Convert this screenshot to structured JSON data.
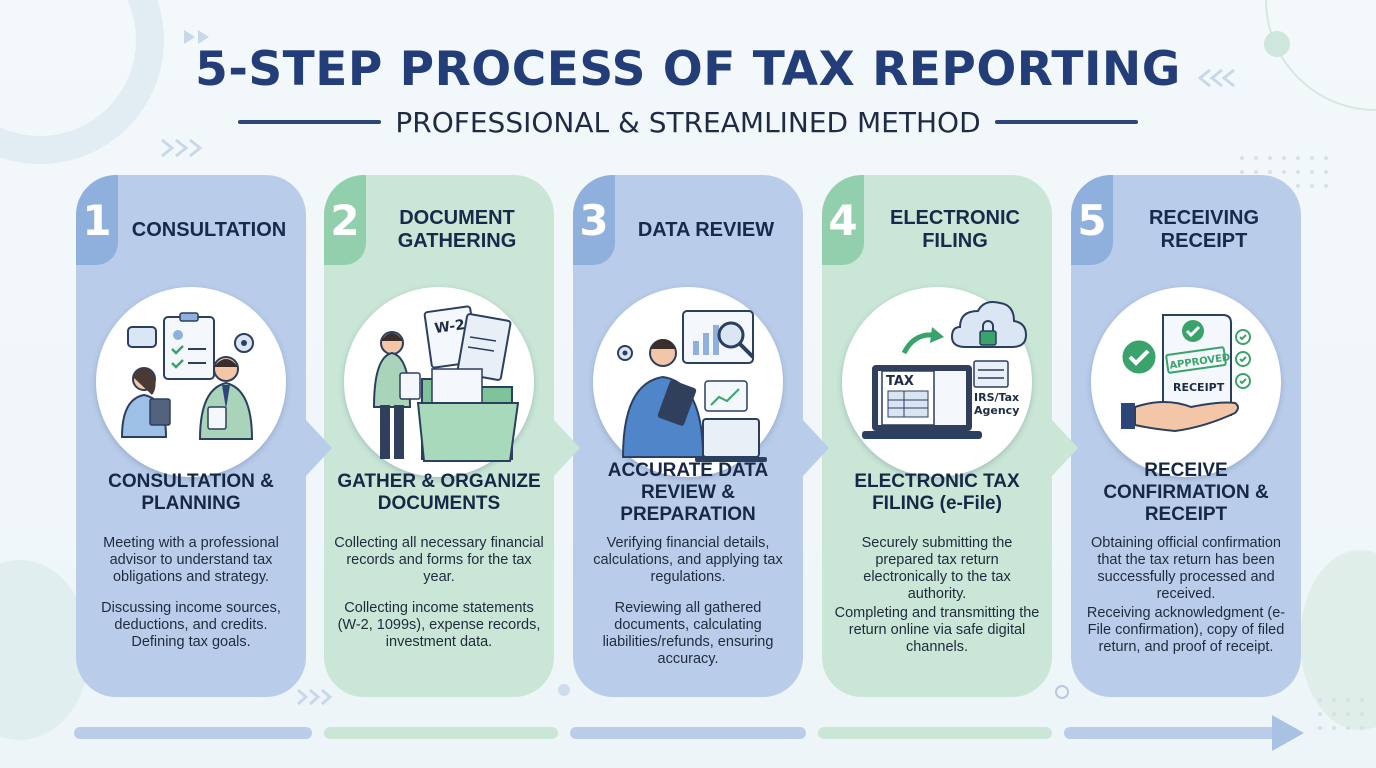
{
  "title": "5-STEP PROCESS OF TAX REPORTING",
  "subtitle": "PROFESSIONAL & STREAMLINED METHOD",
  "steps": [
    {
      "number": "1",
      "title": "CONSULTATION",
      "heading": "CONSULTATION & PLANNING",
      "desc1": "Meeting with a professional advisor to understand tax obligations and strategy.",
      "desc2": "Discussing income sources, deductions, and credits. Defining tax goals.",
      "color": "blue",
      "icon": "consultation-meeting-icon"
    },
    {
      "number": "2",
      "title": "DOCUMENT GATHERING",
      "heading": "GATHER & ORGANIZE DOCUMENTS",
      "desc1": "Collecting all necessary financial records and forms for the tax year.",
      "desc2": "Collecting income statements (W-2, 1099s), expense records, investment data.",
      "color": "green",
      "icon": "document-folder-icon",
      "icon_label": "W-2"
    },
    {
      "number": "3",
      "title": "DATA REVIEW",
      "heading": "ACCURATE DATA REVIEW & PREPARATION",
      "desc1": "Verifying financial details, calculations, and applying tax regulations.",
      "desc2": "Reviewing all gathered documents, calculating liabilities/refunds, ensuring accuracy.",
      "color": "blue",
      "icon": "data-review-icon"
    },
    {
      "number": "4",
      "title": "ELECTRONIC FILING",
      "heading": "ELECTRONIC TAX FILING (e-File)",
      "desc1": "Securely submitting the prepared tax return electronically to the tax authority.",
      "desc2": "Completing and transmitting the return online via safe digital channels.",
      "color": "green",
      "icon": "efile-laptop-icon",
      "icon_label": "TAX",
      "icon_label2": "IRS/Tax",
      "icon_label3": "Agency"
    },
    {
      "number": "5",
      "title": "RECEIVING RECEIPT",
      "heading": "RECEIVE CONFIRMATION & RECEIPT",
      "desc1": "Obtaining official confirmation that the tax return has been successfully processed and received.",
      "desc2": "Receiving acknowledgment (e-File confirmation), copy of filed return, and proof of receipt.",
      "color": "blue",
      "icon": "receipt-approved-icon",
      "icon_label": "APPROVED",
      "icon_label2": "RECEIPT"
    }
  ],
  "colors": {
    "blue_card": "#b9cdea",
    "green_card": "#c9e6d6",
    "title": "#233d79",
    "accent_blue": "#8fb0dd",
    "accent_green": "#92d0ad"
  }
}
